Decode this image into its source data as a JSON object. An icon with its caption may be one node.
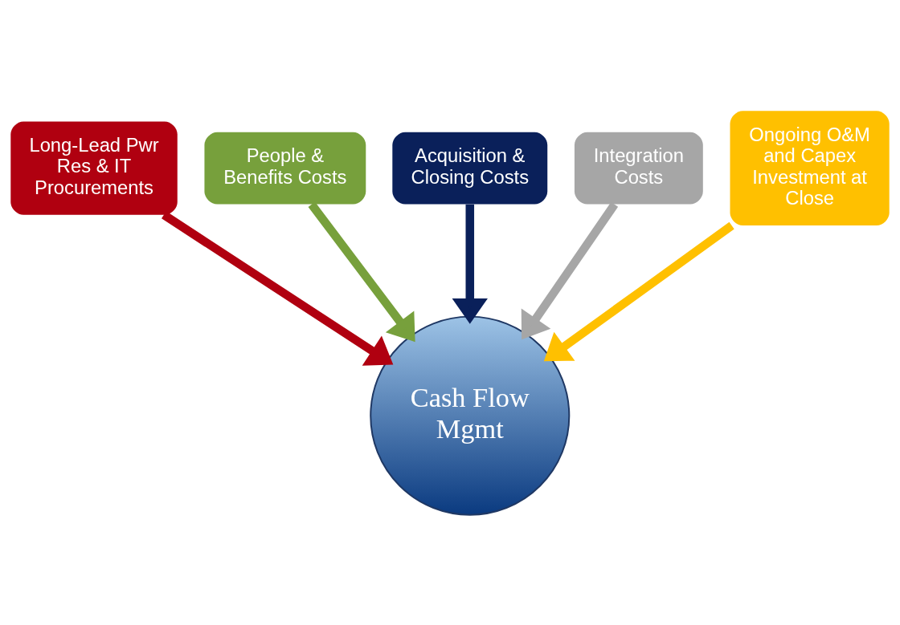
{
  "diagram": {
    "nodes": [
      {
        "text": [
          "Long-Lead Pwr Res & IT Procurements"
        ]
      },
      {
        "text": [
          "People & Benefits Costs"
        ]
      },
      {
        "text": [
          "Acquisition & Closing Costs"
        ]
      },
      {
        "text": [
          "Integration Costs"
        ]
      },
      {
        "text": [
          "Ongoing O&M and Capex Investment at Close"
        ]
      },
      {
        "text": [
          "Cash Flow Mgmt"
        ]
      }
    ],
    "edges": [
      {
        "from": 0,
        "to": 5,
        "arrow": "to",
        "color": "#b00010"
      },
      {
        "from": 1,
        "to": 5,
        "arrow": "to",
        "color": "#77a03c"
      },
      {
        "from": 2,
        "to": 5,
        "arrow": "to",
        "color": "#0a205a"
      },
      {
        "from": 3,
        "to": 5,
        "arrow": "to",
        "color": "#a6a6a6"
      },
      {
        "from": 4,
        "to": 5,
        "arrow": "to",
        "color": "#ffc000"
      }
    ]
  }
}
